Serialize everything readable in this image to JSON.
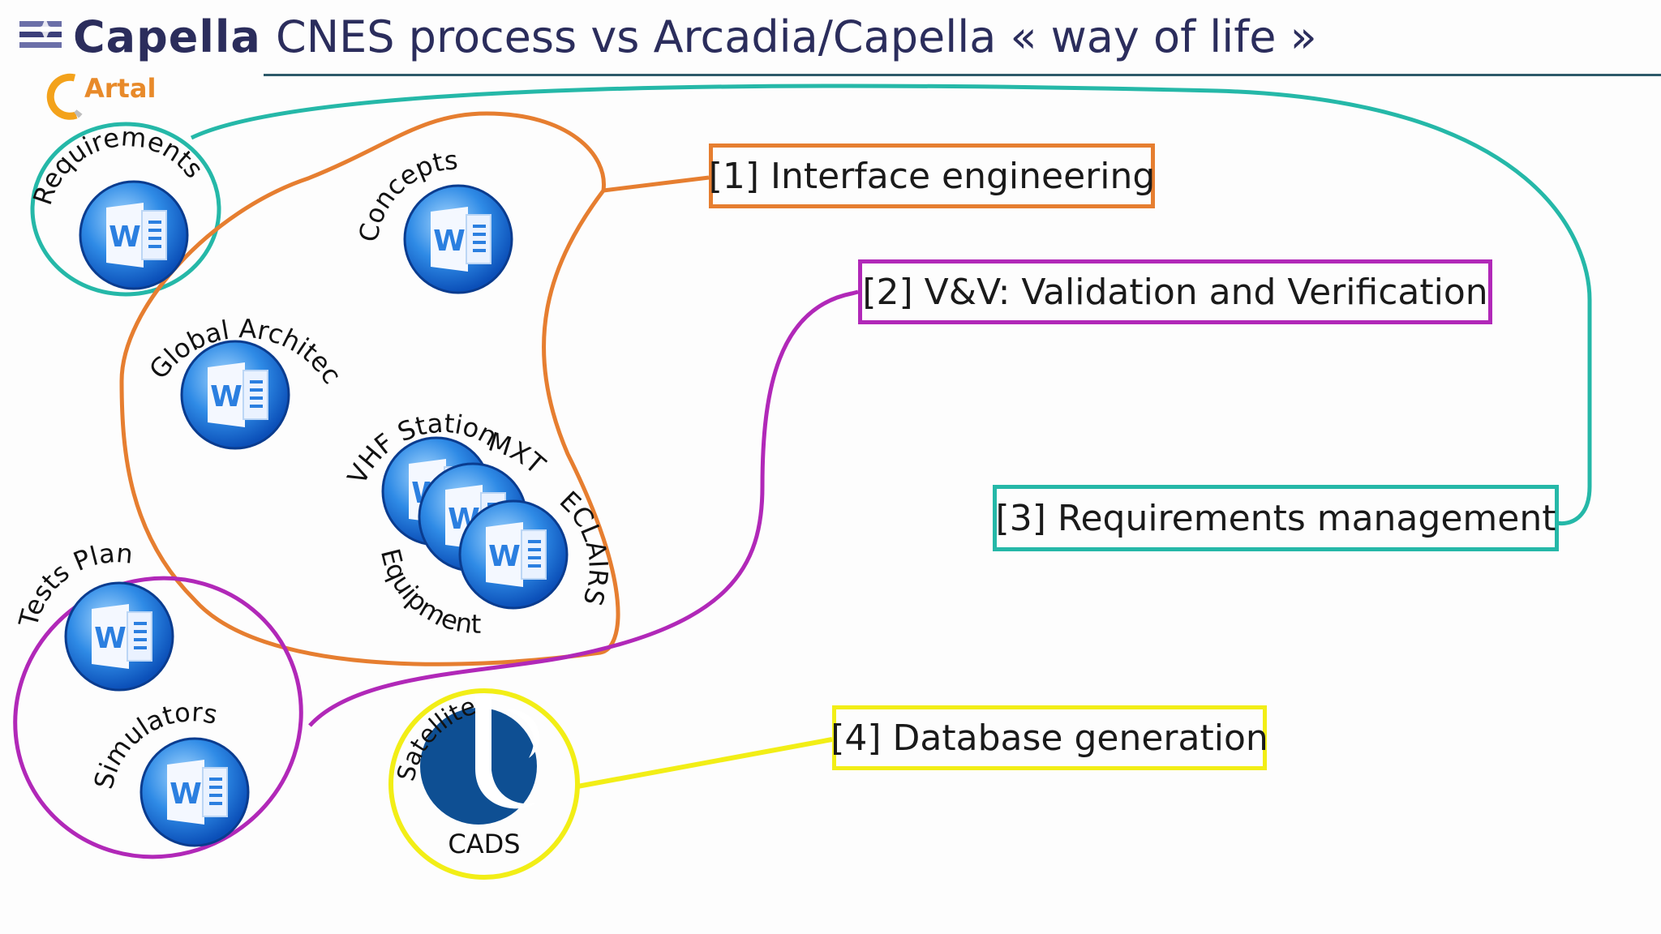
{
  "header": {
    "logo_text": "Capella",
    "sub_logo_text": "Artal",
    "title": "CNES process vs Arcadia/Capella « way of life »"
  },
  "documents": {
    "requirements": "Requirements",
    "concepts": "Concepts",
    "global_architecture": "Global Architecture",
    "vhf_stations": "VHF Stations",
    "mxt": "MXT",
    "eclairs": "ECLAIRS",
    "equipment": "Equipment",
    "tests_plan": "Tests Plan",
    "simulators": "Simulators",
    "satellite_database": "Satellite database",
    "cads": "CADS"
  },
  "processes": {
    "interface_engineering": "[1] Interface engineering",
    "vv": "[2] V&V: Validation and Verification",
    "requirements_management": "[3] Requirements management",
    "database_generation": "[4] Database generation"
  },
  "colors": {
    "orange": "#e67e30",
    "magenta": "#b128b8",
    "teal": "#25b8a8",
    "yellow": "#f2ee16",
    "navy": "#2b2d5c",
    "cnes_blue": "#0e4f93"
  }
}
